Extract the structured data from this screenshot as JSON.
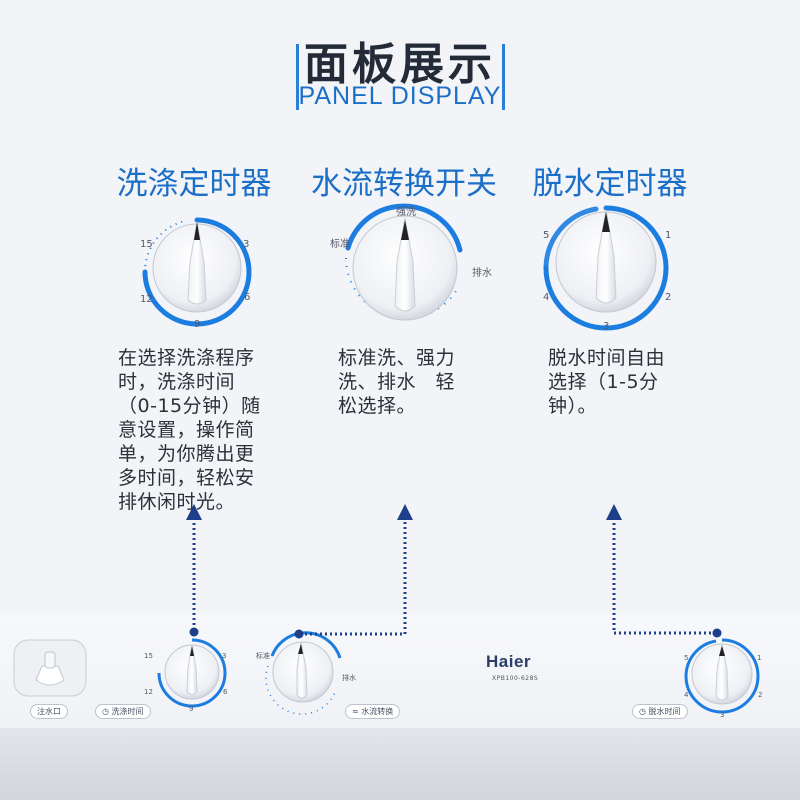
{
  "header": {
    "title": "面板展示",
    "subtitle": "PANEL DISPLAY"
  },
  "sections": [
    {
      "title": "洗涤定时器",
      "description_lines": [
        "在选择洗涤程序",
        "时，洗涤时间",
        "（0-15分钟）随",
        "意设置，操作简",
        "单，为你腾出更",
        "多时间，轻松安",
        "排休闲时光。"
      ],
      "dial_labels": [
        "15",
        "3",
        "12",
        "6",
        "9"
      ]
    },
    {
      "title": "水流转换开关",
      "description_lines": [
        "标准洗、强力",
        "洗、排水　轻",
        "松选择。"
      ],
      "dial_labels": [
        "强洗",
        "标准",
        "排水"
      ]
    },
    {
      "title": "脱水定时器",
      "description_lines": [
        "脱水时间自由",
        "选择（1-5分",
        "钟）。"
      ],
      "dial_labels": [
        "5",
        "1",
        "4",
        "2",
        "3"
      ]
    }
  ],
  "panel": {
    "brand": "Haier",
    "model": "XPB100-628S",
    "labels": [
      "注水口",
      "洗涤时间",
      "水流转换",
      "脱水时间"
    ],
    "wash_dial_labels": [
      "15",
      "3",
      "12",
      "6",
      "9"
    ],
    "flow_dial_labels": [
      "标准",
      "排水"
    ],
    "spin_dial_labels": [
      "5",
      "1",
      "4",
      "2",
      "3"
    ]
  },
  "colors": {
    "accent": "#1c6fc7",
    "arrow": "#1e3f8a"
  }
}
